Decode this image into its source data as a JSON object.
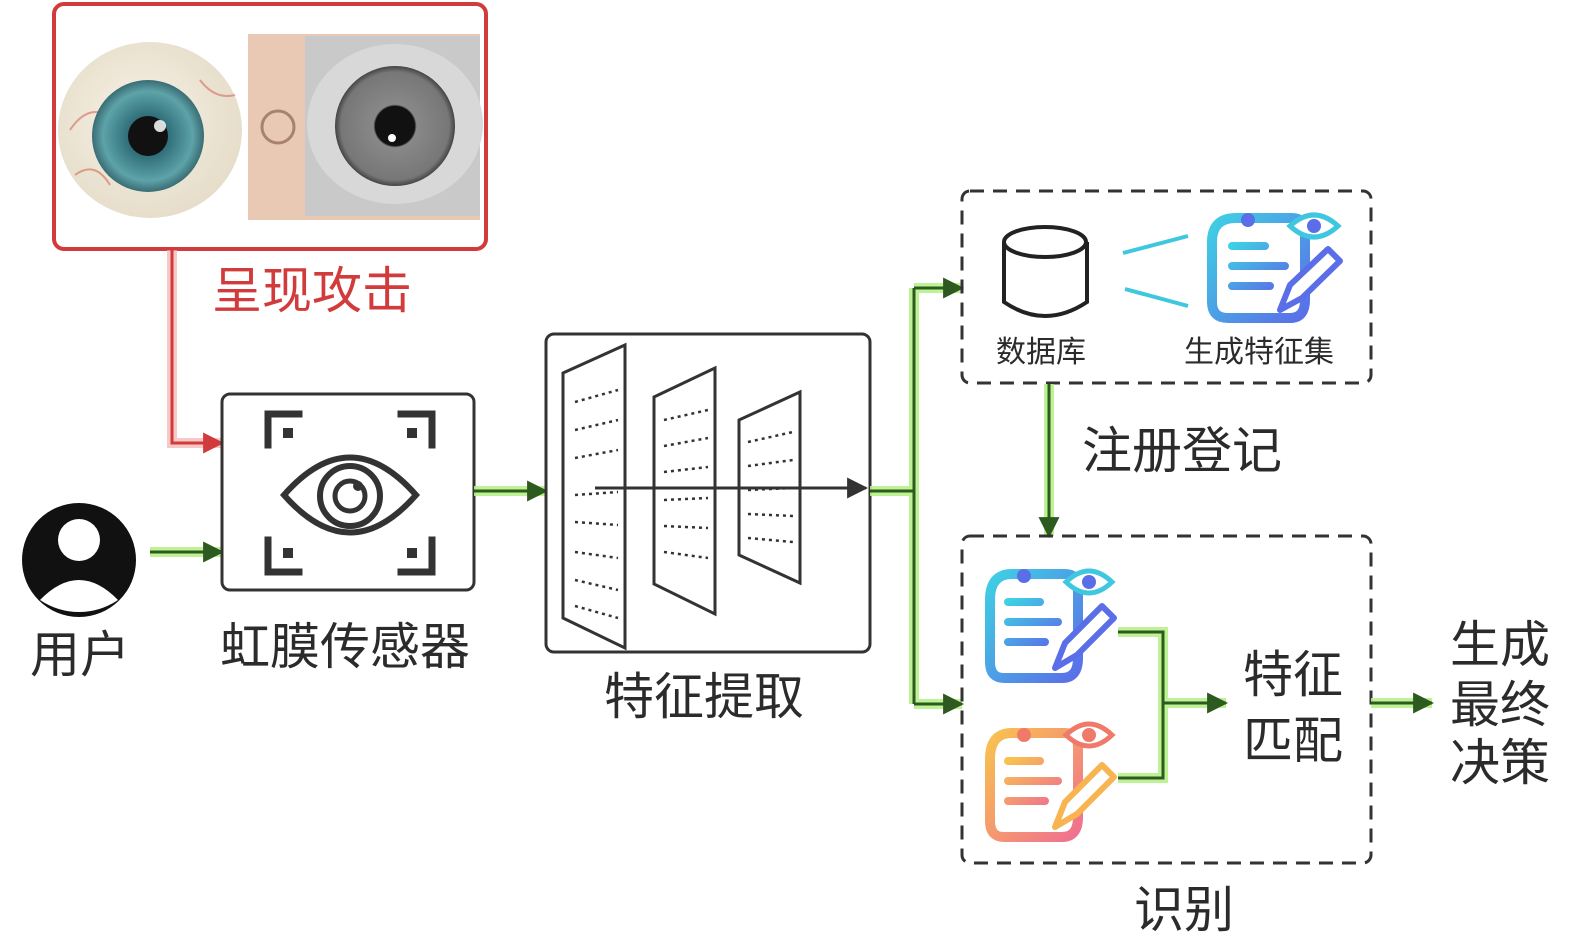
{
  "labels": {
    "attack": "呈现攻击",
    "user": "用户",
    "sensor": "虹膜传感器",
    "feature_extraction": "特征提取",
    "database": "数据库",
    "generated_feature_set": "生成特征集",
    "enrollment": "注册登记",
    "identification": "识别",
    "feature_matching_line1": "特征",
    "feature_matching_line2": "匹配",
    "decision_line1": "生成",
    "decision_line2": "最终",
    "decision_line3": "决策"
  },
  "colors": {
    "attack": "#d23b3b",
    "flow_arrow": "#2d5a1f",
    "flow_glow": "#b8f08a",
    "box_border": "#333333",
    "cyan_icon": "#3fc7e0",
    "blue_icon": "#5a7be8",
    "orange_icon": "#f7b451",
    "pink_icon": "#f07a6a"
  },
  "icons": {
    "user": "user-avatar-icon",
    "sensor": "eye-scan-icon",
    "database": "database-cylinder-icon",
    "feature_doc": "document-eye-pencil-icon"
  }
}
